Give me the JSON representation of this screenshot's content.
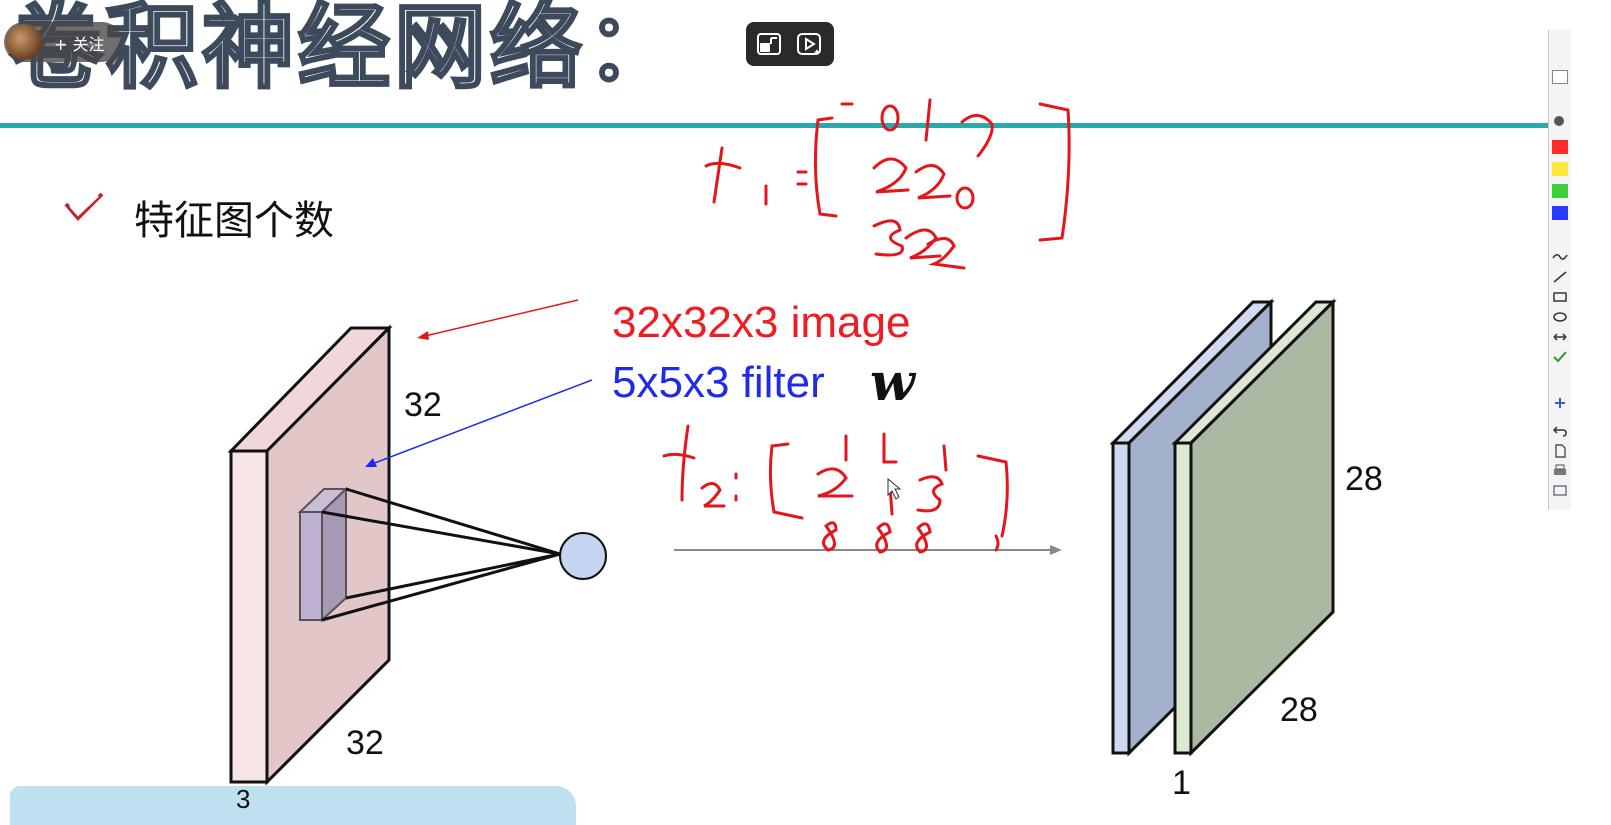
{
  "slide": {
    "title": "卷积神经网络：",
    "bullet": "特征图个数"
  },
  "overlay": {
    "follow_label": "+ 关注"
  },
  "diagram": {
    "image_label": "32x32x3 image",
    "filter_label": "5x5x3 filter",
    "filter_symbol": "w",
    "input_height": "32",
    "input_width": "32",
    "input_depth": "3",
    "output_height": "28",
    "output_width": "28",
    "output_depth": "1"
  },
  "colors": {
    "accent_rule": "#2aa8ad",
    "annotation_red": "#e5161b",
    "image_label": "#ee1c24",
    "filter_label": "#1f2be8",
    "input_volume": "#e8c6c8",
    "output_map_1": "#a4b1cc",
    "output_map_2": "#aab9a2",
    "neuron": "#c5d5f2"
  },
  "icons": [
    "check-icon",
    "avatar",
    "pip-icon",
    "ai-play-icon",
    "pen-icon",
    "line-icon",
    "rect-icon",
    "ellipse-icon",
    "arrow-icon",
    "undo-icon",
    "print-icon"
  ]
}
